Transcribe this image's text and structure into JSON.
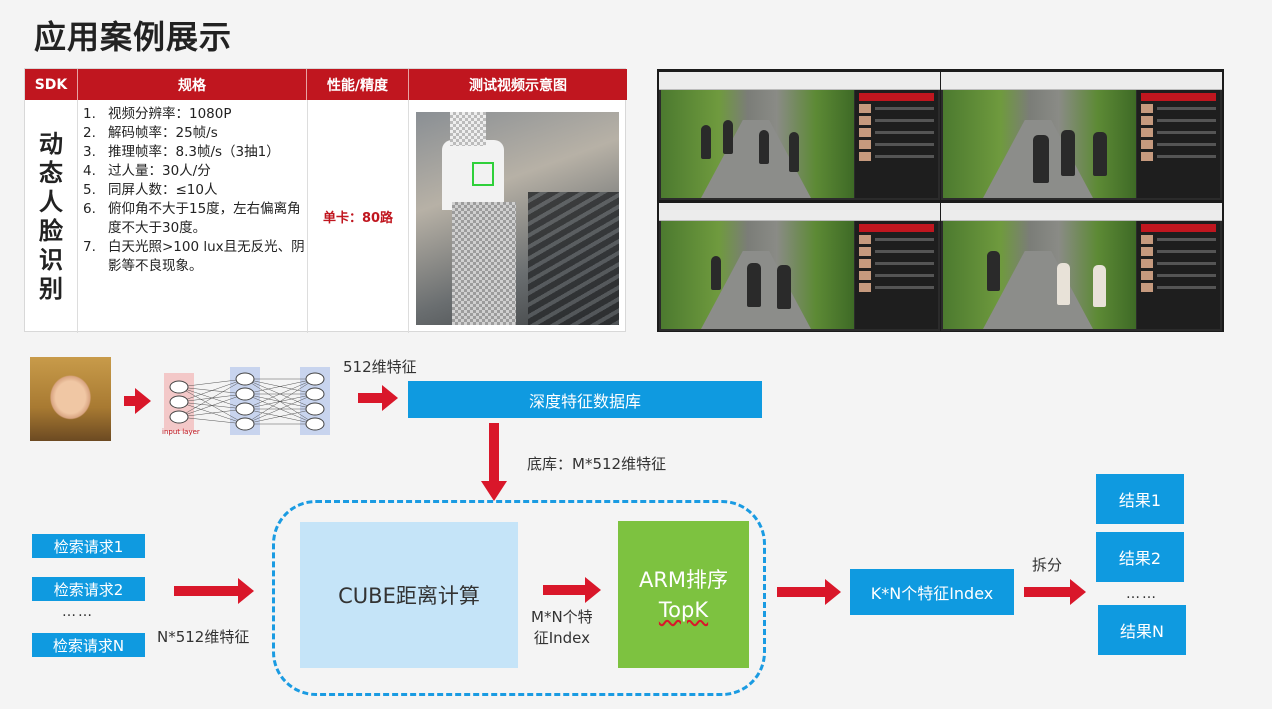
{
  "title": "应用案例展示",
  "table": {
    "headers": [
      "SDK",
      "规格",
      "性能/精度",
      "测试视频示意图"
    ],
    "row_label_chars": [
      "动",
      "态",
      "人",
      "脸",
      "识",
      "别"
    ],
    "specs": [
      {
        "num": "1.",
        "text": "视频分辨率：1080P"
      },
      {
        "num": "2.",
        "text": "解码帧率：25帧/s"
      },
      {
        "num": "3.",
        "text": "推理帧率：8.3帧/s（3抽1）"
      },
      {
        "num": "4.",
        "text": "过人量：30人/分"
      },
      {
        "num": "5.",
        "text": "同屏人数：≤10人"
      },
      {
        "num": "6.",
        "text": "俯仰角不大于15度，左右偏离角度不大于30度。"
      },
      {
        "num": "7.",
        "text": "白天光照>100 lux且无反光、阴影等不良现象。"
      }
    ],
    "performance": "单卡：80路"
  },
  "pipeline": {
    "input_layer_label": "input layer",
    "feature_label": "512维特征",
    "db_label": "深度特征数据库",
    "base_label": "底库：M*512维特征",
    "requests": [
      "检索请求1",
      "检索请求2",
      "检索请求N"
    ],
    "requests_dots": "……",
    "n_label": "N*512维特征",
    "cube_label": "CUBE距离计算",
    "mn_label_line1": "M*N个特",
    "mn_label_line2": "征Index",
    "arm_label": "ARM排序",
    "arm_sub": "TopK",
    "kn_label": "K*N个特征Index",
    "split_label": "拆分",
    "results": [
      "结果1",
      "结果2",
      "结果N"
    ],
    "results_dots": "……"
  },
  "colors": {
    "header_red": "#c0161f",
    "arrow_red": "#d9172a",
    "box_blue": "#0f9ae0",
    "cube_light_blue": "#c5e4f8",
    "arm_green": "#7dc240"
  }
}
